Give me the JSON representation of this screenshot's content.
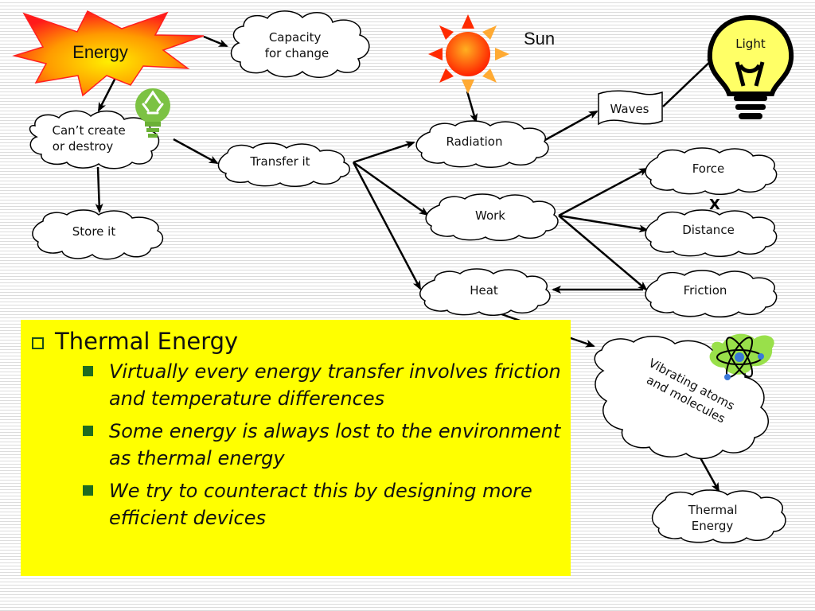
{
  "nodes": {
    "energy": "Energy",
    "capacity": [
      "Capacity",
      "for change"
    ],
    "sun": "Sun",
    "light": "Light",
    "cant_create": [
      "Can’t create",
      "or destroy"
    ],
    "store": "Store it",
    "transfer": "Transfer it",
    "radiation": "Radiation",
    "waves": "Waves",
    "work": "Work",
    "force": "Force",
    "times": "X",
    "distance": "Distance",
    "heat": "Heat",
    "friction": "Friction",
    "vibrating": [
      "Vibrating atoms",
      "and molecules"
    ],
    "thermal": [
      "Thermal",
      "Energy"
    ]
  },
  "textbox": {
    "heading": "Thermal Energy",
    "bullets": [
      "Virtually every energy transfer involves friction and temperature differences",
      "Some energy is always lost to the environment as thermal energy",
      "We try to counteract this by designing more efficient devices"
    ]
  },
  "colors": {
    "textbox_bg": "#ffff00",
    "bullet_green": "#1f6b1f",
    "starburst_outer": "#ff2020",
    "starburst_inner": "#ffee00",
    "sun": "#ff3300",
    "recycle_green": "#7cc243",
    "atom_green": "#99e04a"
  }
}
